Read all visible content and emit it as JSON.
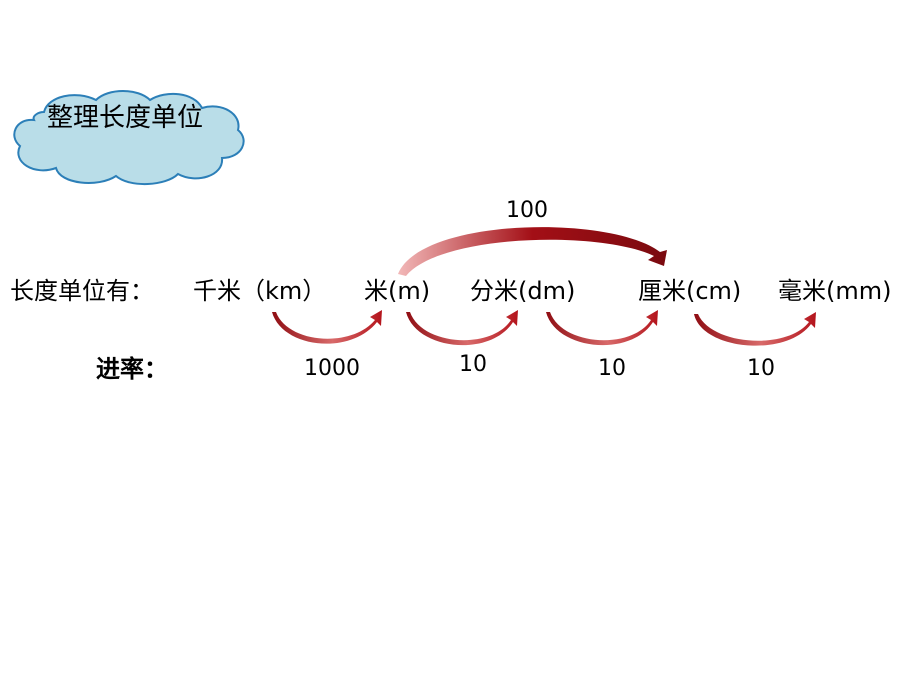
{
  "colors": {
    "cloud_fill": "#b9dde8",
    "cloud_stroke": "#2c7fb8",
    "arrow": "#a30f16",
    "arrow_light": "#f2b8b8",
    "text": "#000000"
  },
  "cloud": {
    "title": "整理长度单位"
  },
  "units_row": {
    "prefix": "长度单位有：",
    "units": [
      "千米（km）",
      "米(m)",
      "分米(dm)",
      "厘米(cm)",
      "毫米(mm)"
    ]
  },
  "rates": {
    "label": "进率：",
    "top_value": "100",
    "values": [
      "1000",
      "10",
      "10",
      "10"
    ]
  }
}
